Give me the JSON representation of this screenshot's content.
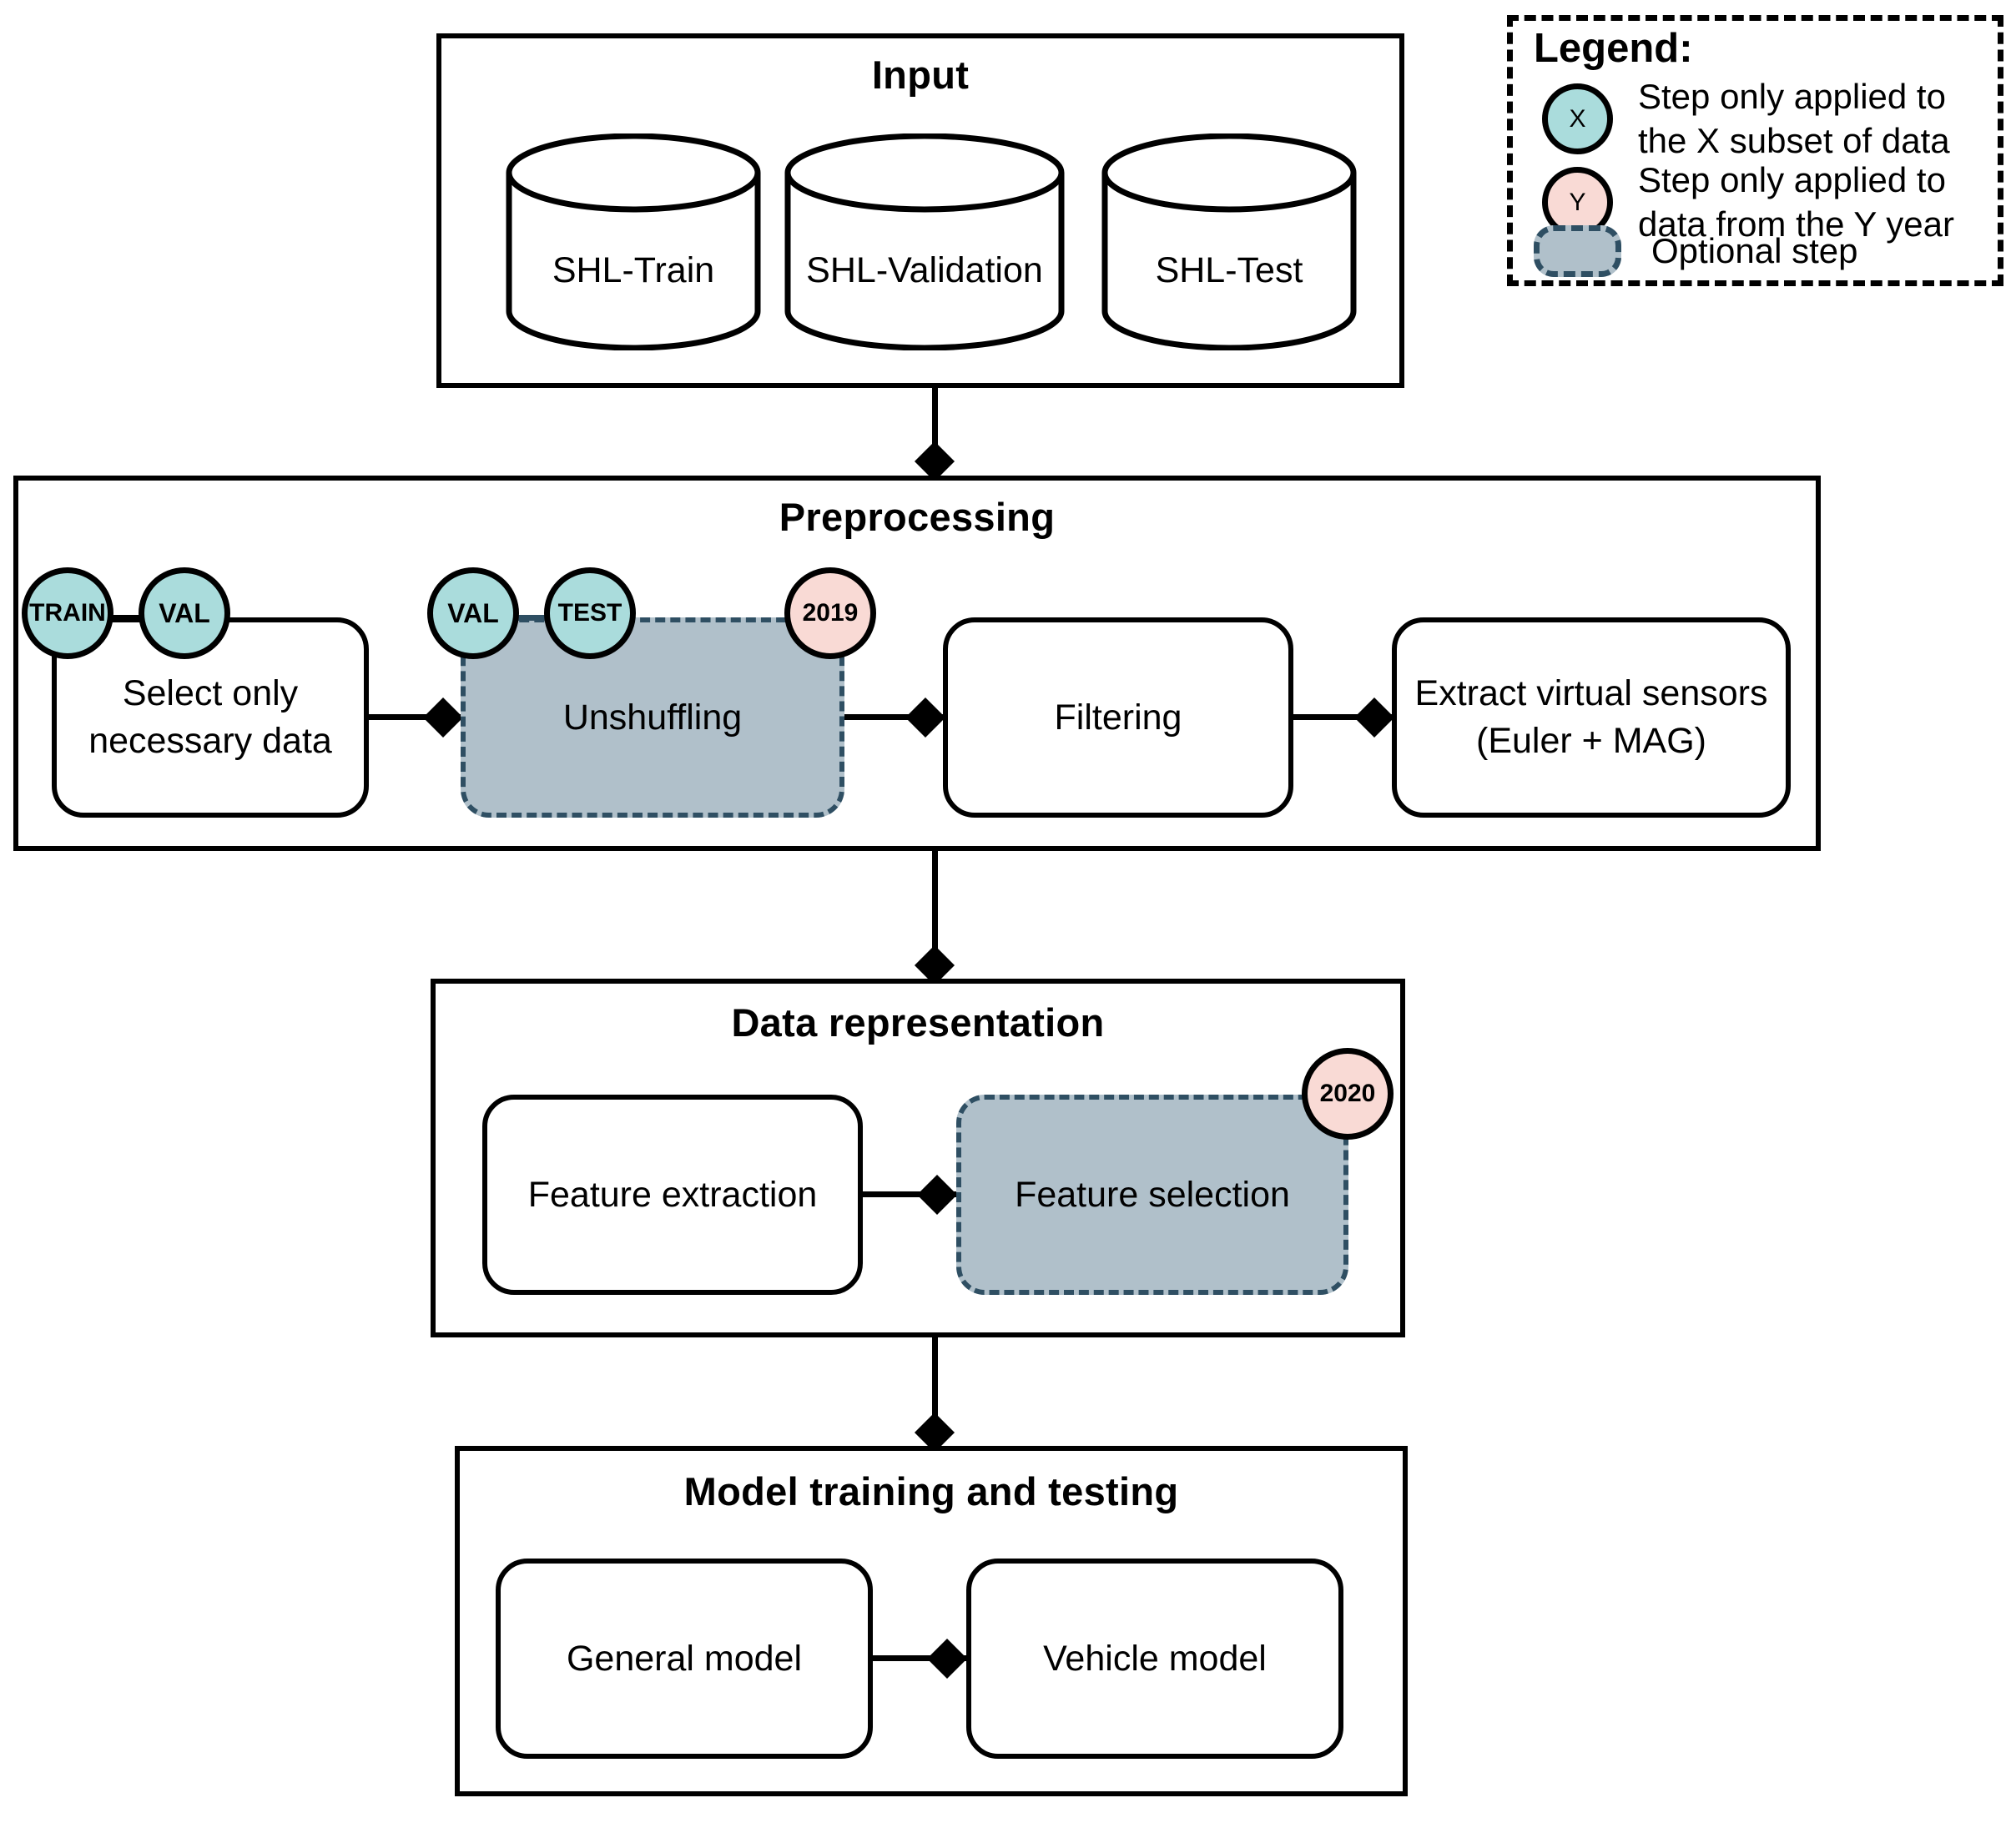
{
  "diagram": {
    "type": "flowchart",
    "sections": [
      {
        "id": "input",
        "title": "Input",
        "databases": [
          {
            "label": "SHL-Train"
          },
          {
            "label": "SHL-Validation"
          },
          {
            "label": "SHL-Test"
          }
        ]
      },
      {
        "id": "preprocessing",
        "title": "Preprocessing",
        "steps": [
          {
            "label": "Select only\nnecessary data",
            "optional": false,
            "tags": [
              {
                "text": "TRAIN",
                "kind": "subset"
              },
              {
                "text": "VAL",
                "kind": "subset"
              }
            ]
          },
          {
            "label": "Unshuffling",
            "optional": true,
            "tags": [
              {
                "text": "VAL",
                "kind": "subset"
              },
              {
                "text": "TEST",
                "kind": "subset"
              },
              {
                "text": "2019",
                "kind": "year"
              }
            ]
          },
          {
            "label": "Filtering",
            "optional": false,
            "tags": []
          },
          {
            "label": "Extract virtual sensors\n(Euler + MAG)",
            "optional": false,
            "tags": []
          }
        ]
      },
      {
        "id": "data-representation",
        "title": "Data representation",
        "steps": [
          {
            "label": "Feature extraction",
            "optional": false,
            "tags": []
          },
          {
            "label": "Feature selection",
            "optional": true,
            "tags": [
              {
                "text": "2020",
                "kind": "year"
              }
            ]
          }
        ]
      },
      {
        "id": "model-training-and-testing",
        "title": "Model training and testing",
        "steps": [
          {
            "label": "General model",
            "optional": false,
            "tags": []
          },
          {
            "label": "Vehicle model",
            "optional": false,
            "tags": []
          }
        ]
      }
    ]
  },
  "legend": {
    "title": "Legend:",
    "items": [
      {
        "symbol": "X",
        "shape": "circle",
        "color": "#aadcdc",
        "text": "Step only applied to\nthe X subset of data"
      },
      {
        "symbol": "Y",
        "shape": "circle",
        "color": "#f9dad5",
        "text": "Step only applied to\ndata from the Y year"
      },
      {
        "symbol": "",
        "shape": "rounded-rect-dashed",
        "color": "#b0c0ca",
        "text": "Optional step"
      }
    ]
  },
  "labels": {
    "input_title": "Input",
    "db_train": "SHL-Train",
    "db_validation": "SHL-Validation",
    "db_test": "SHL-Test",
    "preprocessing_title": "Preprocessing",
    "step_select": "Select only\nnecessary data",
    "step_unshuffling": "Unshuffling",
    "step_filtering": "Filtering",
    "step_extract": "Extract virtual sensors\n(Euler + MAG)",
    "tag_train": "TRAIN",
    "tag_val1": "VAL",
    "tag_val2": "VAL",
    "tag_test": "TEST",
    "tag_2019": "2019",
    "datarep_title": "Data representation",
    "step_feature_extraction": "Feature extraction",
    "step_feature_selection": "Feature selection",
    "tag_2020": "2020",
    "model_title": "Model training and testing",
    "step_general_model": "General model",
    "step_vehicle_model": "Vehicle model",
    "legend_title": "Legend:",
    "legend_x_symbol": "X",
    "legend_x_text": "Step only applied to\nthe X subset of data",
    "legend_y_symbol": "Y",
    "legend_y_text": "Step only applied to\ndata from the Y year",
    "legend_optional_text": "Optional step"
  },
  "colors": {
    "subset_tag": "#aadcdc",
    "year_tag": "#f9dad5",
    "optional_fill": "#b0c0ca",
    "optional_border": "#2f4f63",
    "stroke": "#000000",
    "background": "#ffffff"
  }
}
